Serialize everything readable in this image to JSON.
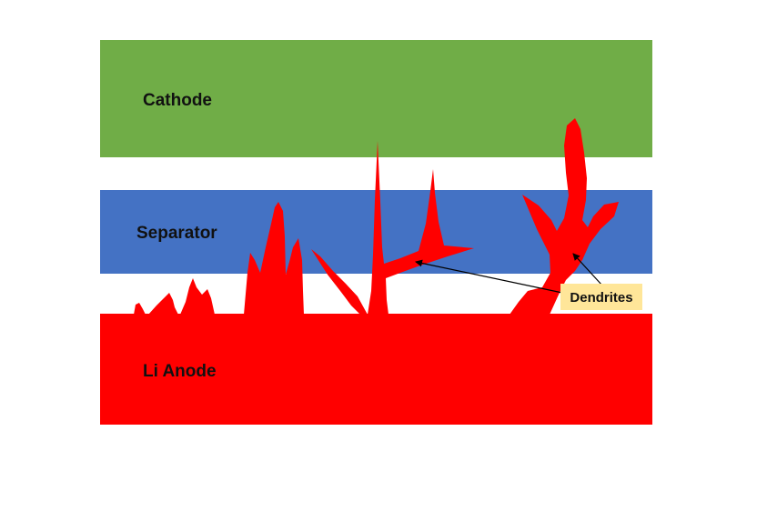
{
  "layers": {
    "cathode": {
      "label": "Cathode",
      "color": "#70AD47"
    },
    "separator": {
      "label": "Separator",
      "color": "#4472C4"
    },
    "anode": {
      "label": "Li Anode",
      "color": "#FF0000"
    }
  },
  "callout": {
    "label": "Dendrites",
    "fill": "#FFE699"
  },
  "colors": {
    "background": "#FFFFFF",
    "dendrite": "#FF0000",
    "arrow": "#000000"
  }
}
